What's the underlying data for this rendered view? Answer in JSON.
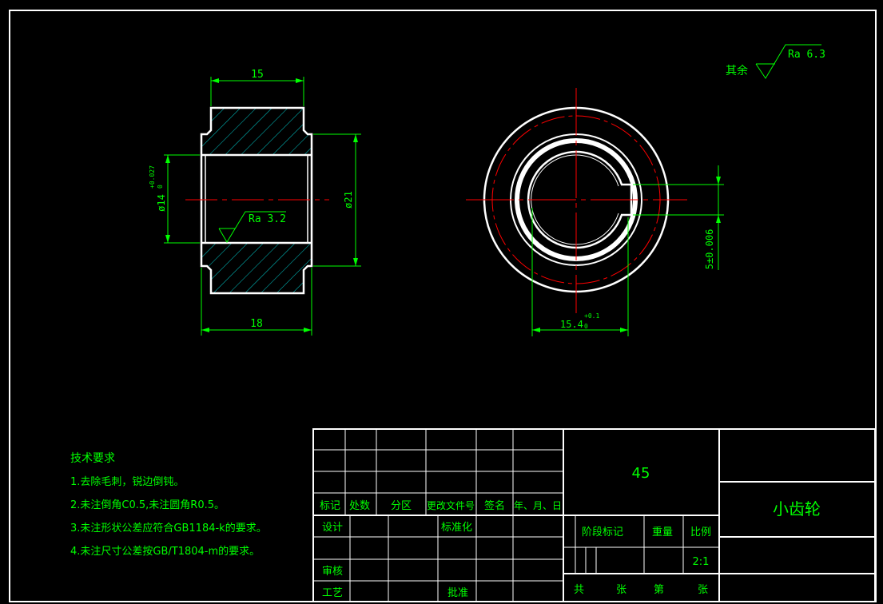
{
  "colors": {
    "background": "#000000",
    "outline": "#ffffff",
    "dimension": "#00ff00",
    "center_line": "#ff0000",
    "hatch": "#00cccc",
    "text_green": "#00ff00",
    "title_text": "#00ff00"
  },
  "left_view": {
    "dim_top": "15",
    "dim_bottom": "18",
    "dim_bore": "ø14",
    "dim_bore_tol_upper": "+0.027",
    "dim_bore_tol_lower": "0",
    "dim_outer": "ø21",
    "roughness": "Ra 3.2"
  },
  "right_view": {
    "dim_keyway": "15.4",
    "dim_keyway_tol_upper": "+0.1",
    "dim_keyway_tol_lower": "0",
    "dim_key_width": "5±0.006"
  },
  "general_roughness": {
    "prefix": "其余",
    "value": "Ra 6.3"
  },
  "tech_requirements": {
    "title": "技术要求",
    "items": [
      "1.去除毛刺，锐边倒钝。",
      "2.未注倒角C0.5,未注圆角R0.5。",
      "3.未注形状公差应符合GB1184-k的要求。",
      "4.未注尺寸公差按GB/T1804-m的要求。"
    ]
  },
  "title_block": {
    "material": "45",
    "part_name": "小齿轮",
    "header_row": [
      "标记",
      "处数",
      "分区",
      "更改文件号",
      "签名",
      "年、月、日"
    ],
    "design": "设计",
    "standardization": "标准化",
    "review": "审核",
    "process": "工艺",
    "approve": "批准",
    "stage_mark": "阶段标记",
    "weight": "重量",
    "scale_label": "比例",
    "scale_value": "2:1",
    "total_sheets": "共",
    "sheets_unit": "张",
    "sheet_no": "第",
    "sheet_unit2": "张"
  }
}
